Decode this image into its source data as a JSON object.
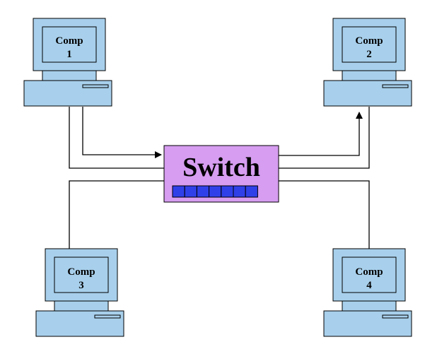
{
  "colors": {
    "computer_fill": "#a8d0ec",
    "outline": "#000000",
    "switch_fill": "#d69df0",
    "port_fill": "#3040e8",
    "background": "#ffffff"
  },
  "switch": {
    "label": "Switch",
    "port_count": 7
  },
  "computers": [
    {
      "line1": "Comp",
      "line2": "1"
    },
    {
      "line1": "Comp",
      "line2": "2"
    },
    {
      "line1": "Comp",
      "line2": "3"
    },
    {
      "line1": "Comp",
      "line2": "4"
    }
  ],
  "arrows": [
    {
      "from": "computer-1",
      "to": "switch"
    },
    {
      "from": "switch",
      "to": "computer-2"
    }
  ]
}
